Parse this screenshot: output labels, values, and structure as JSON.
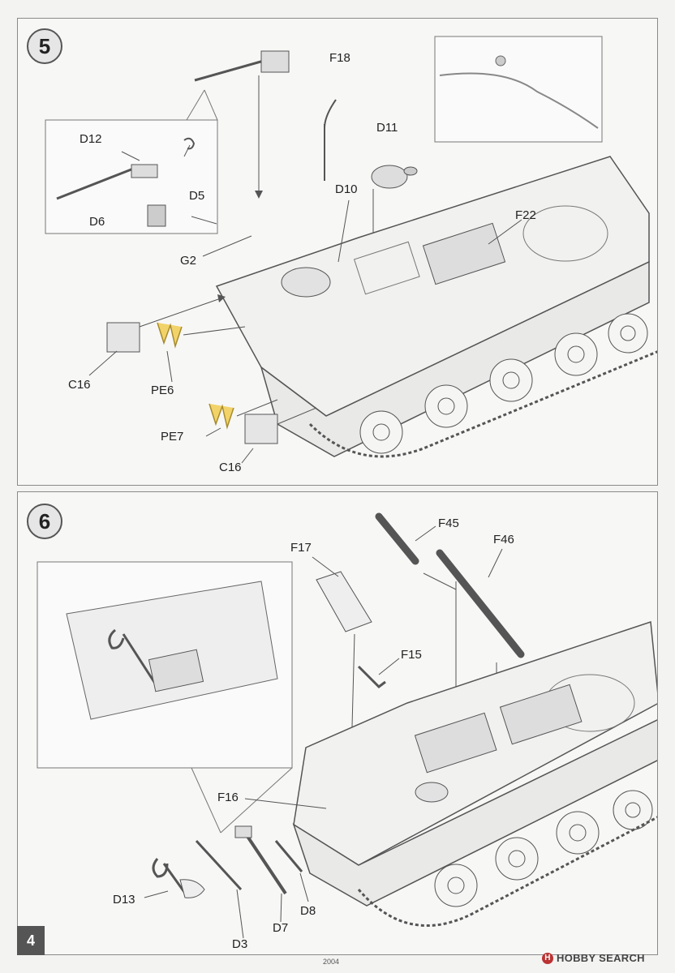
{
  "steps": [
    {
      "number": "5",
      "labels": {
        "f18": "F18",
        "d11": "D11",
        "d12": "D12",
        "d5": "D5",
        "d6": "D6",
        "d10": "D10",
        "f22": "F22",
        "g2": "G2",
        "c16a": "C16",
        "pe6": "PE6",
        "pe7": "PE7",
        "c16b": "C16"
      }
    },
    {
      "number": "6",
      "labels": {
        "f45": "F45",
        "f17": "F17",
        "f46": "F46",
        "f15": "F15",
        "f16": "F16",
        "d13": "D13",
        "d3": "D3",
        "d7": "D7",
        "d8": "D8"
      }
    }
  ],
  "footer": {
    "page_number": "4",
    "print_code": "2004",
    "watermark": "HOBBY SEARCH",
    "watermark_logo": "H"
  },
  "colors": {
    "photo_etch_highlight": "#f2d36a",
    "line": "#555555"
  }
}
